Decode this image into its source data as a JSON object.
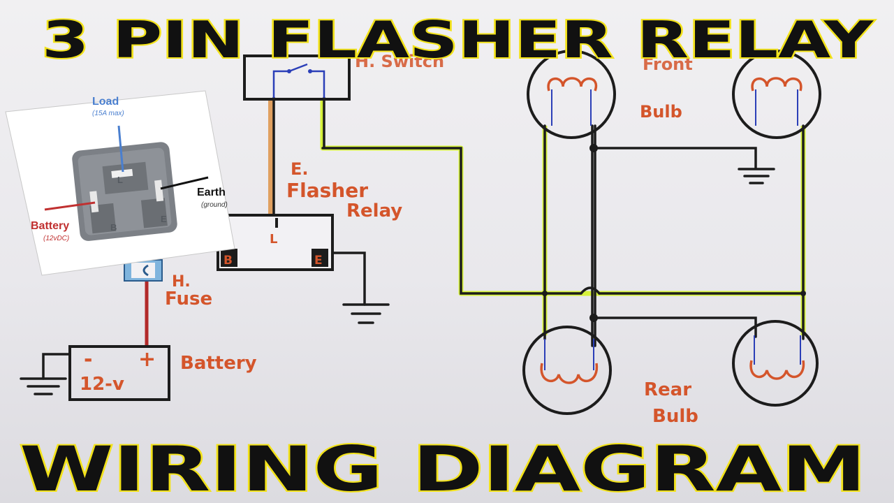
{
  "titles": {
    "top": "3 PIN FLASHER RELAY",
    "bottom": "WIRING DIAGRAM"
  },
  "labels": {
    "switch": "H. Switch",
    "bulb_front_1": "Front",
    "bulb_front_2": "Bulb",
    "flasher_1": "E.",
    "flasher_2": "Flasher",
    "flasher_3": "Relay",
    "fuse_1": "H.",
    "fuse_2": "Fuse",
    "battery": "Battery",
    "battery_neg": "-",
    "battery_pos": "+",
    "battery_voltage": "12-v",
    "rear_1": "Rear",
    "rear_2": "Bulb",
    "relay_pin_l": "L",
    "relay_pin_b": "B",
    "relay_pin_e": "E"
  },
  "inset": {
    "load": "Load",
    "load_sub": "(15A max)",
    "earth": "Earth",
    "earth_sub": "(ground)",
    "battery": "Battery",
    "battery_sub": "(12vDC)",
    "pin_l": "L",
    "pin_b": "B",
    "pin_e": "E"
  },
  "colors": {
    "title_fill": "#111111",
    "title_outline": "#f2e21a",
    "handwriting": "#d4552b",
    "wire_black": "#1c1c1c",
    "wire_highlight": "#d6f23a",
    "wire_blue": "#2b3fb8",
    "inset_load": "#4a7fcf",
    "inset_battery": "#c03030"
  }
}
